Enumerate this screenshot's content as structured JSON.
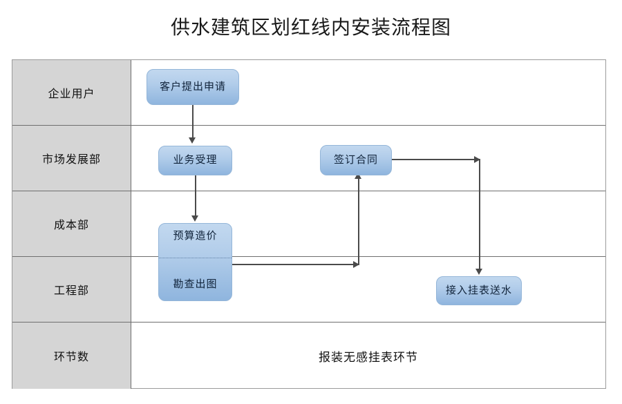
{
  "title": "供水建筑区划红线内安装流程图",
  "lanes": [
    {
      "label": "企业用户"
    },
    {
      "label": "市场发展部"
    },
    {
      "label": "成本部"
    },
    {
      "label": "工程部"
    },
    {
      "label": "环节数",
      "body_text": "报装无感挂表环节"
    }
  ],
  "nodes": {
    "apply": "客户提出申请",
    "accept": "业务受理",
    "contract": "签订合同",
    "cost": "预算造价",
    "survey": "勘查出图",
    "deliver": "接入挂表送水"
  },
  "colors": {
    "node_fill_top": "#c2d8ef",
    "node_fill_bottom": "#8fb5de",
    "node_border": "#93b5d8",
    "lane_label_bg": "#d5d5d5",
    "table_border": "#6e6e6e",
    "connector": "#4a4a4a",
    "title_text": "#1a1a1a"
  }
}
